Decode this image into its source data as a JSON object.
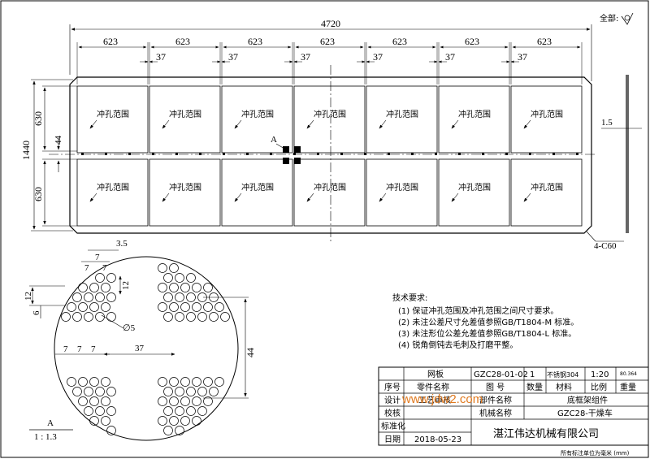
{
  "dimensions": {
    "total_width": "4720",
    "panel_width": "623",
    "gap_width": "37",
    "total_height": "1440",
    "panel_height": "630",
    "middle_gap": "44",
    "thickness": "1.5",
    "chamfer": "4-C60"
  },
  "finish_note": "全部:",
  "punch_region_label": "冲孔范围",
  "detail": {
    "marker": "A",
    "title": "A",
    "scale": "1 : 1.3",
    "dim_3_5": "3.5",
    "dim_7": "7",
    "dim_12": "12",
    "dim_6": "6",
    "dim_phi5": "∅5",
    "dim_37": "37",
    "dim_44": "44"
  },
  "tech_requirements": {
    "title": "技术要求:",
    "items": [
      "(1) 保证冲孔范围及冲孔范围之间尺寸要求。",
      "(2) 未注公差尺寸允差值参照GB/T1804-M 标准。",
      "(3) 未注形位公差允差值参照GB/T1804-L 标准。",
      "(4) 锐角倒钝去毛刺及打磨平整。"
    ]
  },
  "title_block": {
    "part_name": "网板",
    "drawing_no": "GZC28-01-02",
    "quantity": "1",
    "material": "不锈钢304",
    "scale": "1:20",
    "weight": "80.364",
    "h_seq": "序号",
    "h_part_name": "零件名称",
    "h_drawing_no": "图 号",
    "h_quantity": "数量",
    "h_material": "材料",
    "h_scale": "比例",
    "h_weight": "重量",
    "design_label": "设计",
    "design_value": "工艺审核",
    "component_label": "部件名称",
    "component_value": "底框架组件",
    "check_label": "校核",
    "machine_label": "机械名称",
    "machine_value": "GZC28-干燥车",
    "standard_label": "标准化",
    "company": "湛江伟达机械有限公司",
    "date_label": "日期",
    "date_value": "2018-05-23"
  },
  "watermark": "www.jdw2.com",
  "footer_note": "所有标注单位为毫米 (mm)"
}
